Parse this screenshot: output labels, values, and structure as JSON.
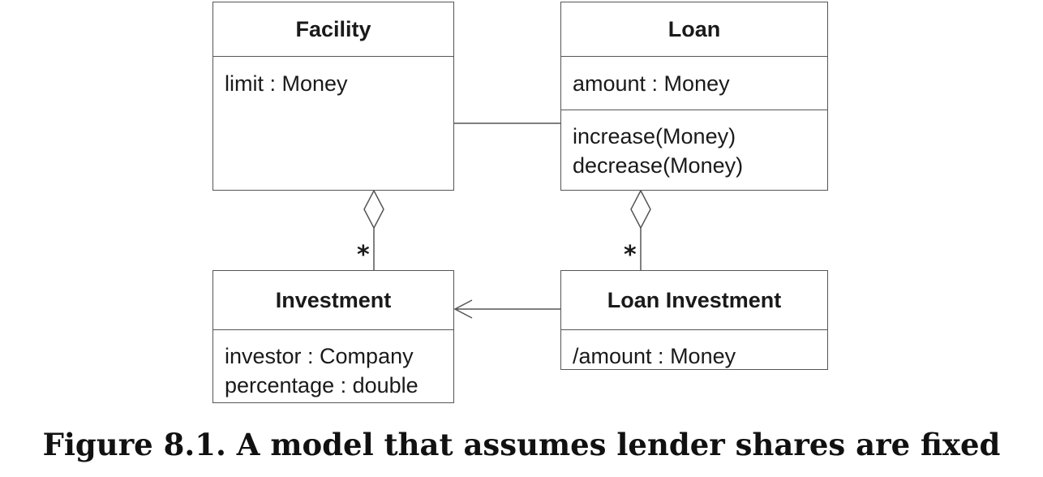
{
  "classes": {
    "facility": {
      "name": "Facility",
      "attributes": [
        "limit : Money"
      ]
    },
    "loan": {
      "name": "Loan",
      "attributes": [
        "amount : Money"
      ],
      "operations": [
        "increase(Money)",
        "decrease(Money)"
      ]
    },
    "investment": {
      "name": "Investment",
      "attributes": [
        "investor : Company",
        "percentage : double"
      ]
    },
    "loan_investment": {
      "name": "Loan Investment",
      "attributes": [
        "/amount : Money"
      ]
    }
  },
  "relations": {
    "facility_investment_multiplicity": "*",
    "loan_loaninvestment_multiplicity": "*"
  },
  "caption": "Figure 8.1. A model that assumes lender shares are fixed"
}
